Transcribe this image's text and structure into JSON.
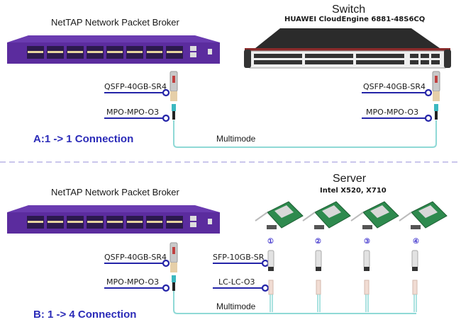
{
  "colors": {
    "broker_purple": "#5b2c9e",
    "label_line": "#2424a8",
    "fiber": "#8fd9d6",
    "connection_title": "#2b2bb8",
    "divider": "#b9b4e6",
    "switch_body": "#2b2b2b"
  },
  "section_a": {
    "broker_title": "NetTAP Network Packet Broker",
    "switch_title": "Switch",
    "switch_model": "HUAWEI  CloudEngine 6881-48S6CQ",
    "left_module_label": "QSFP-40GB-SR4",
    "left_cable_label": "MPO-MPO-O3",
    "right_module_label": "QSFP-40GB-SR4",
    "right_cable_label": "MPO-MPO-O3",
    "fiber_label": "Multimode",
    "connection_title": "A:1 -> 1 Connection"
  },
  "section_b": {
    "broker_title": "NetTAP Network Packet Broker",
    "server_title": "Server",
    "server_model": "Intel X520, X710",
    "left_module_label": "QSFP-40GB-SR4",
    "left_cable_label": "MPO-MPO-O3",
    "nic_module_label": "SFP-10GB-SR",
    "nic_cable_label": "LC-LC-O3",
    "fiber_label": "Multimode",
    "connection_title": "B: 1 -> 4 Connection",
    "nic_numbers": [
      "①",
      "②",
      "③",
      "④"
    ]
  }
}
